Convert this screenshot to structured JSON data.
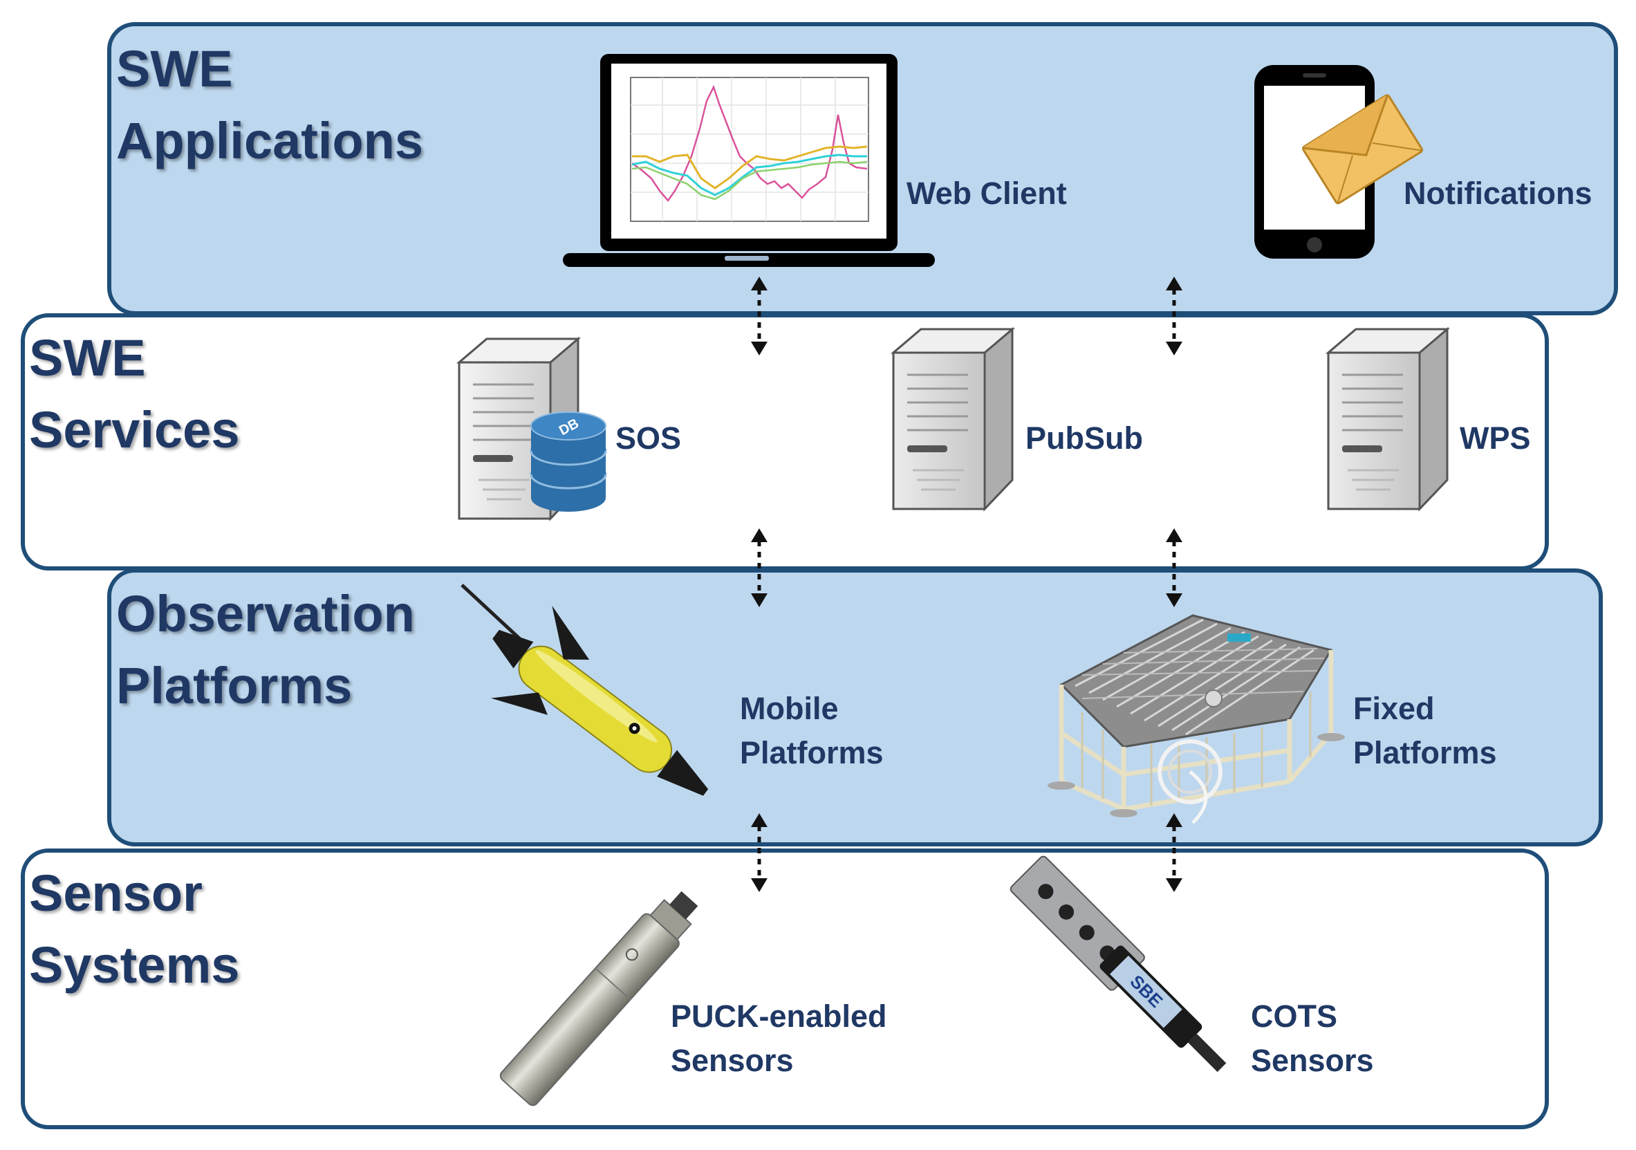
{
  "layers": {
    "applications": {
      "title_line1": "SWE",
      "title_line2": "Applications"
    },
    "services": {
      "title_line1": "SWE",
      "title_line2": "Services"
    },
    "platforms": {
      "title_line1": "Observation",
      "title_line2": "Platforms"
    },
    "sensors": {
      "title_line1": "Sensor",
      "title_line2": "Systems"
    }
  },
  "nodes": {
    "web_client": {
      "label": "Web Client"
    },
    "notifications": {
      "label": "Notifications"
    },
    "sos": {
      "label": "SOS",
      "db_text": "DB"
    },
    "pubsub": {
      "label": "PubSub"
    },
    "wps": {
      "label": "WPS"
    },
    "mobile_platforms": {
      "label_line1": "Mobile",
      "label_line2": "Platforms"
    },
    "fixed_platforms": {
      "label_line1": "Fixed",
      "label_line2": "Platforms"
    },
    "puck_sensors": {
      "label_line1": "PUCK-enabled",
      "label_line2": "Sensors"
    },
    "cots_sensors": {
      "label_line1": "COTS",
      "label_line2": "Sensors",
      "brand_text": "SBE"
    }
  },
  "colors": {
    "band_blue": "#bdd7ee",
    "band_border": "#1f4e79",
    "label_text": "#1f3864",
    "glider_yellow": "#e8e03a"
  }
}
